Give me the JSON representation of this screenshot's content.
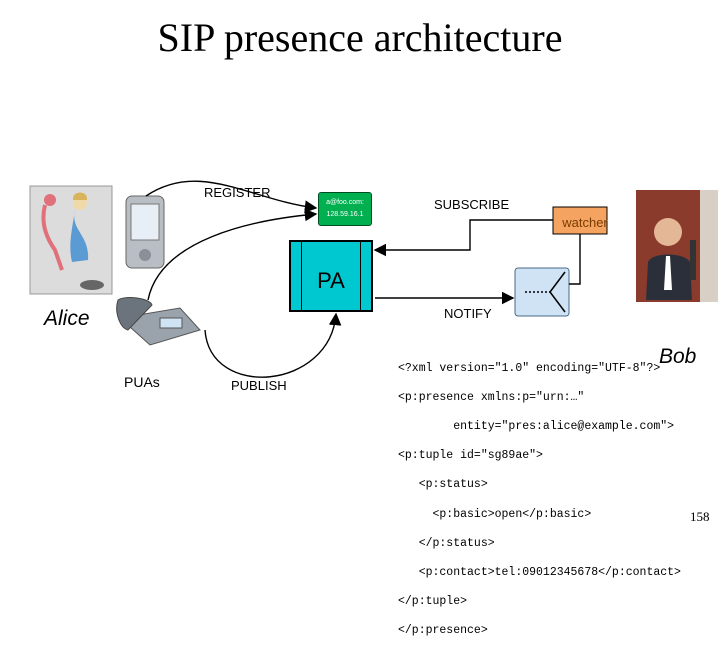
{
  "title": "SIP presence architecture",
  "labels": {
    "register": "REGISTER",
    "subscribe": "SUBSCRIBE",
    "notify": "NOTIFY",
    "publish": "PUBLISH",
    "pa": "PA",
    "watcher": "watcher",
    "alice": "Alice",
    "bob": "Bob",
    "puas": "PUAs"
  },
  "server": {
    "line1": "a@foo.com:",
    "line2": "128.59.16.1"
  },
  "xml_lines": [
    "<?xml version=\"1.0\" encoding=\"UTF-8\"?>",
    "<p:presence xmlns:p=\"urn:…\"",
    "        entity=\"pres:alice@example.com\">",
    "<p:tuple id=\"sg89ae\">",
    "   <p:status>",
    "     <p:basic>open</p:basic>",
    "   </p:status>",
    "   <p:contact>tel:09012345678</p:contact>",
    "</p:tuple>",
    "</p:presence>"
  ],
  "page_number": "158",
  "colors": {
    "pa_box": "#00c8d0",
    "watcher_fill": "#f4a460",
    "server_fill": "#00b050",
    "phone_box": "#cfe3f5"
  }
}
